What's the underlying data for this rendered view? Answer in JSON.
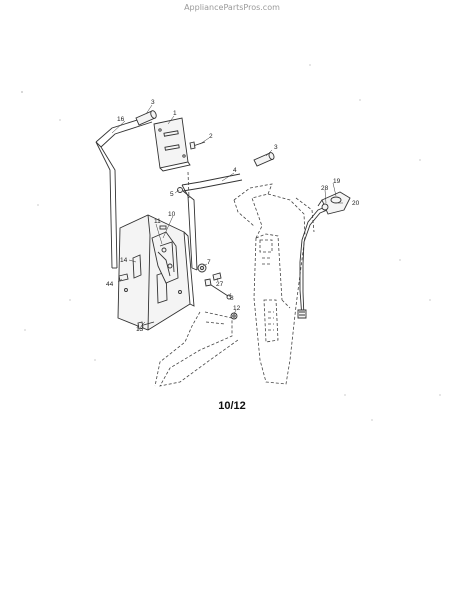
{
  "header": {
    "watermark": "AppliancePartsPros.com"
  },
  "footer": {
    "page_number": "10/12"
  },
  "callouts": {
    "c1": "1",
    "c2": "2",
    "c3a": "3",
    "c3b": "3",
    "c4": "4",
    "c5": "5",
    "c7": "7",
    "c8": "8",
    "c10": "10",
    "c11": "11",
    "c12": "12",
    "c13": "13",
    "c14": "14",
    "c16": "16",
    "c19": "19",
    "c20": "20",
    "c27": "27",
    "c28": "28",
    "c44": "44"
  }
}
